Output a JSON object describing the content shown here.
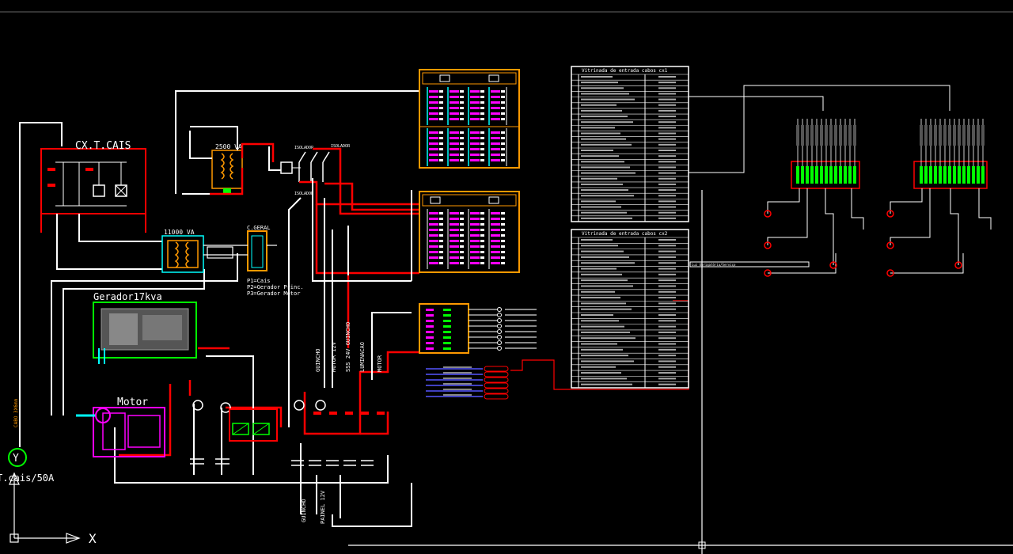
{
  "theme": {
    "background": "#000000",
    "wire_white": "#ffffff",
    "wire_red": "#ff0000",
    "accent_orange": "#ff9900",
    "accent_magenta": "#ff00ff",
    "accent_cyan": "#00ffff",
    "accent_green": "#00ff00",
    "accent_yellow": "#ffff00"
  },
  "labels": {
    "cx_cais": "CX.T.CAIS",
    "generator": "Gerador17kva",
    "motor": "Motor",
    "transformer_small": "2500 VA",
    "transformer_large": "11000 VA",
    "selector_legend": [
      "P1=Cais",
      "P2=Gerador Princ.",
      "P3=Gerador Motor"
    ],
    "shore_connection": "T.cais/50A",
    "axis_x": "X",
    "axis_y": "Y",
    "vertical_labels": [
      "GUINCHO",
      "MOTOR 12V",
      "SSS 24V GUINCHO",
      "LUMINACAO",
      "MOTOR"
    ],
    "bottom_labels": [
      "GUINCHO",
      "PAINEL 12V"
    ],
    "isolator_labels": [
      "ISOLADOR",
      "ISOLADOR",
      "ISOLADOR"
    ],
    "bus_label": "C.GERAL",
    "note_line": "Luz Obrigatória/Serviço"
  },
  "tables": {
    "table1": {
      "title": "Vitrinada de entrada cabos cx1",
      "rows": 26
    },
    "table2": {
      "title": "Vitrinada de entrada cabos cx2",
      "rows": 26
    }
  },
  "icons": {
    "ucs": "ucs-axis-icon",
    "shore_plug": "shore-plug-icon",
    "crosshair": "crosshair-cursor-icon"
  }
}
